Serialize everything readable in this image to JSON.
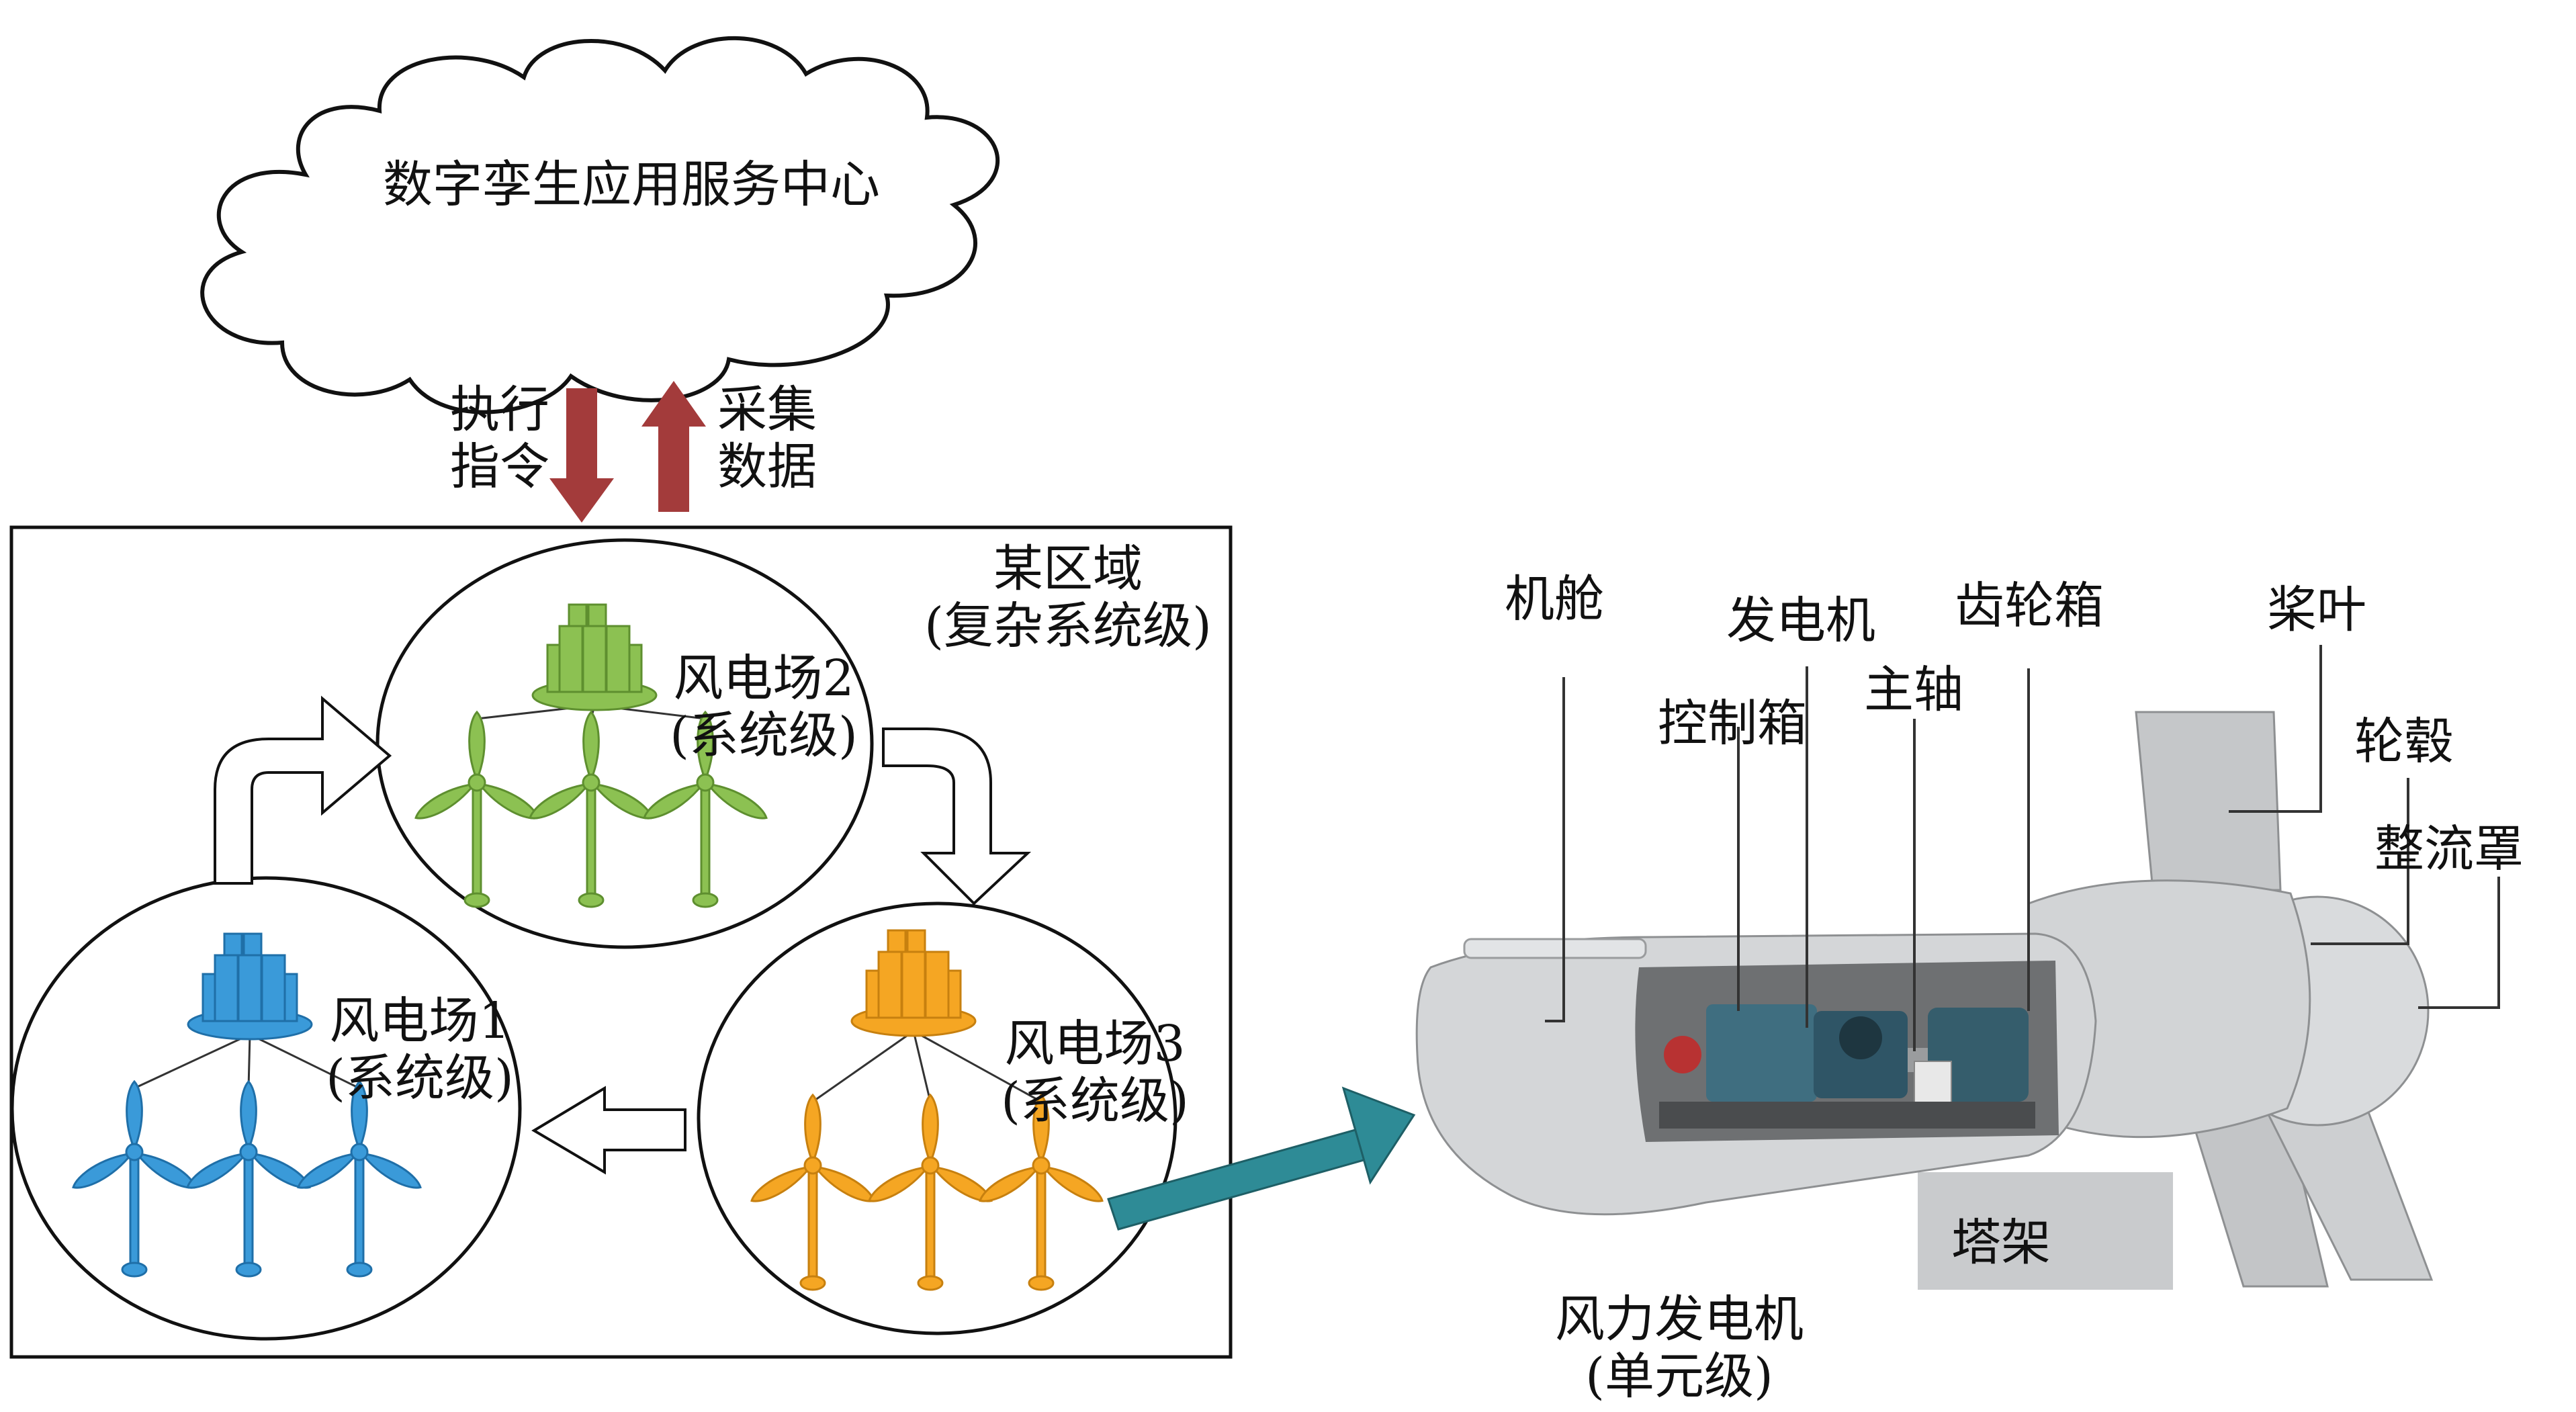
{
  "cloud": {
    "label": "数字孪生应用服务中心"
  },
  "arrows": {
    "down_label": [
      "执行",
      "指令"
    ],
    "up_label": [
      "采集",
      "数据"
    ]
  },
  "region": {
    "label": [
      "某区域",
      "(复杂系统级)"
    ]
  },
  "farms": [
    {
      "name": "风电场1",
      "level": "(系统级)",
      "color": "#3A9AD9",
      "dark": "#1F6FA8"
    },
    {
      "name": "风电场2",
      "level": "(系统级)",
      "color": "#8CC152",
      "dark": "#5E8F2F"
    },
    {
      "name": "风电场3",
      "level": "(系统级)",
      "color": "#F5A623",
      "dark": "#C7800F"
    }
  ],
  "turbine": {
    "parts": {
      "nacelle": "机舱",
      "generator": "发电机",
      "gearbox": "齿轮箱",
      "blade": "桨叶",
      "control_box": "控制箱",
      "main_shaft": "主轴",
      "hub": "轮毂",
      "spinner": "整流罩",
      "tower": "塔架"
    },
    "caption": [
      "风力发电机",
      "(单元级)"
    ]
  },
  "colors": {
    "red_arrow": "#A33B3B",
    "teal_arrow": "#2E8B96",
    "body_gray": "#D4D6D8"
  }
}
